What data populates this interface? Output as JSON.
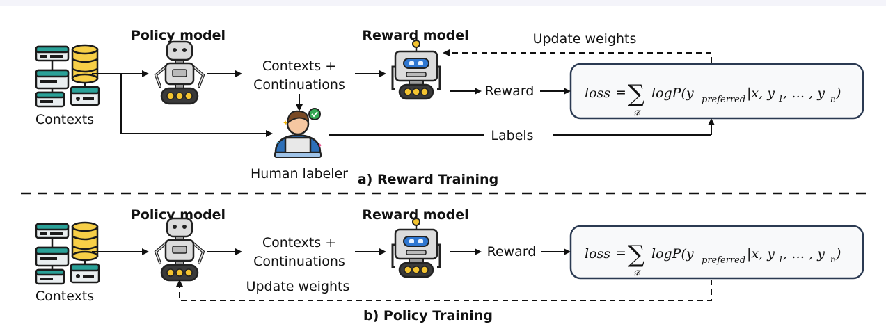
{
  "section_a": {
    "caption": "a) Reward Training",
    "contexts_label": "Contexts",
    "policy_model_label": "Policy model",
    "output_line1": "Contexts +",
    "output_line2": "Continuations",
    "reward_model_label": "Reward model",
    "reward_label": "Reward",
    "update_weights_label": "Update weights",
    "human_labeler_label": "Human labeler",
    "labels_label": "Labels"
  },
  "section_b": {
    "caption": "b) Policy Training",
    "contexts_label": "Contexts",
    "policy_model_label": "Policy model",
    "output_line1": "Contexts +",
    "output_line2": "Continuations",
    "reward_model_label": "Reward model",
    "reward_label": "Reward",
    "update_weights_label": "Update weights"
  },
  "formula": {
    "loss": "loss",
    "equals": "=",
    "sum_symbol": "∑",
    "sum_subscript": "𝓓",
    "body": "logP(y",
    "preferred_sub": "preferred",
    "cond": "|x, y",
    "sub1": "1",
    "dots": ", … , y",
    "subn": "n",
    "close": ")"
  },
  "colors": {
    "box_border": "#2b3a52",
    "box_fill": "#f8f9fa",
    "robot_body": "#dcdcdc",
    "robot_dark": "#3a3a3a",
    "robot_yellow": "#f4c430",
    "robot_visor": "#2f77d1",
    "db_yellow": "#f7cf47",
    "server_teal": "#2aa198",
    "human_skin": "#f5c7a1",
    "human_hair": "#7a4a25",
    "human_shirt": "#2d6fb8",
    "check_green": "#34a853"
  },
  "icons": [
    "server-database-icon",
    "robot-icon",
    "reward-robot-icon",
    "human-labeler-icon",
    "checkmark-badge-icon"
  ]
}
